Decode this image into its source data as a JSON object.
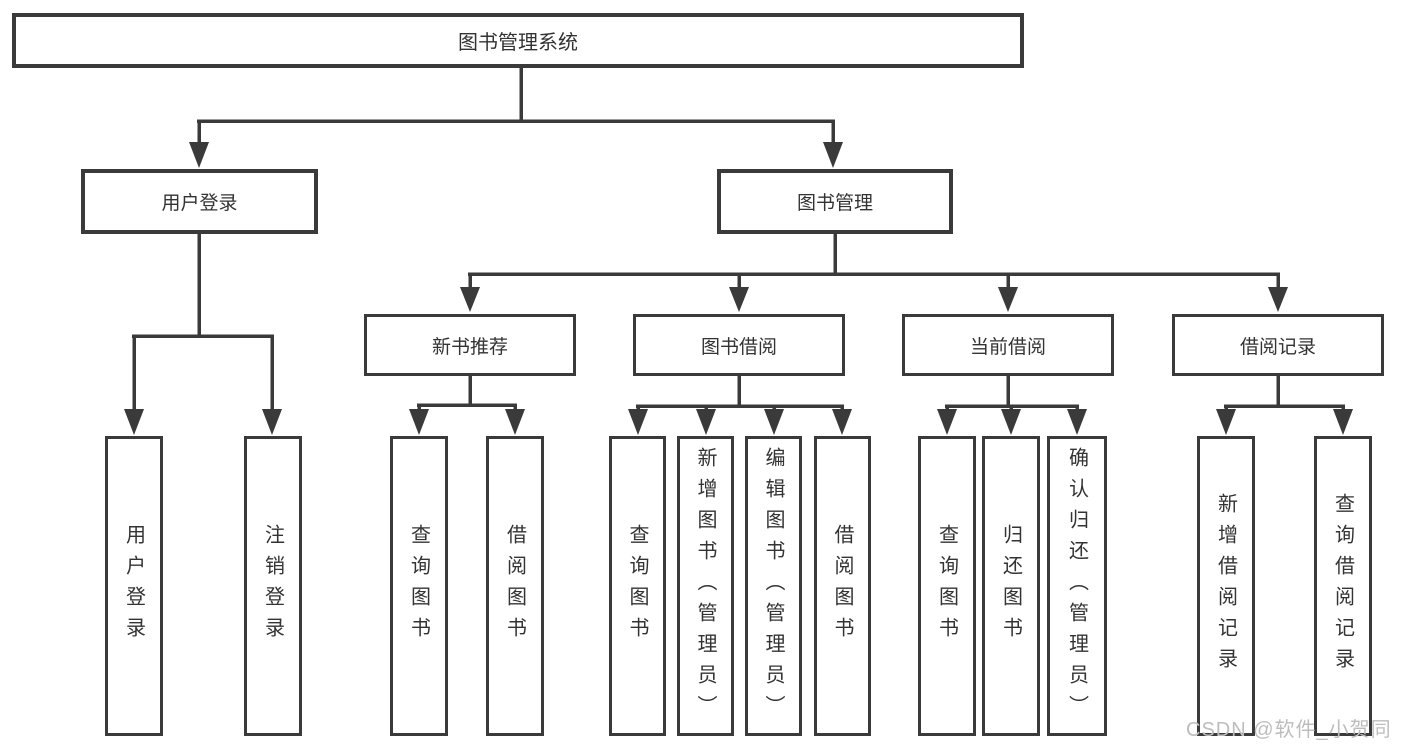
{
  "title": {
    "root": "图书管理系统"
  },
  "level2": {
    "user_login": "用户登录",
    "book_mgmt": "图书管理"
  },
  "level3": {
    "new_books": "新书推荐",
    "book_borrow": "图书借阅",
    "current_borrow": "当前借阅",
    "borrow_records": "借阅记录"
  },
  "leaves": {
    "user_login": [
      "用户登录",
      "注销登录"
    ],
    "new_books": [
      "查询图书",
      "借阅图书"
    ],
    "book_borrow": [
      "查询图书",
      "新增图书（管理员）",
      "编辑图书（管理员）",
      "借阅图书"
    ],
    "current_borrow": [
      "查询图书",
      "归还图书",
      "确认归还（管理员）"
    ],
    "borrow_records": [
      "新增借阅记录",
      "查询借阅记录"
    ]
  },
  "watermark": "CSDN @软件_小贺同学",
  "colors": {
    "line": "#3a3a3a",
    "text": "#333333",
    "watermark": "#bdbdbd",
    "background": "#ffffff"
  }
}
